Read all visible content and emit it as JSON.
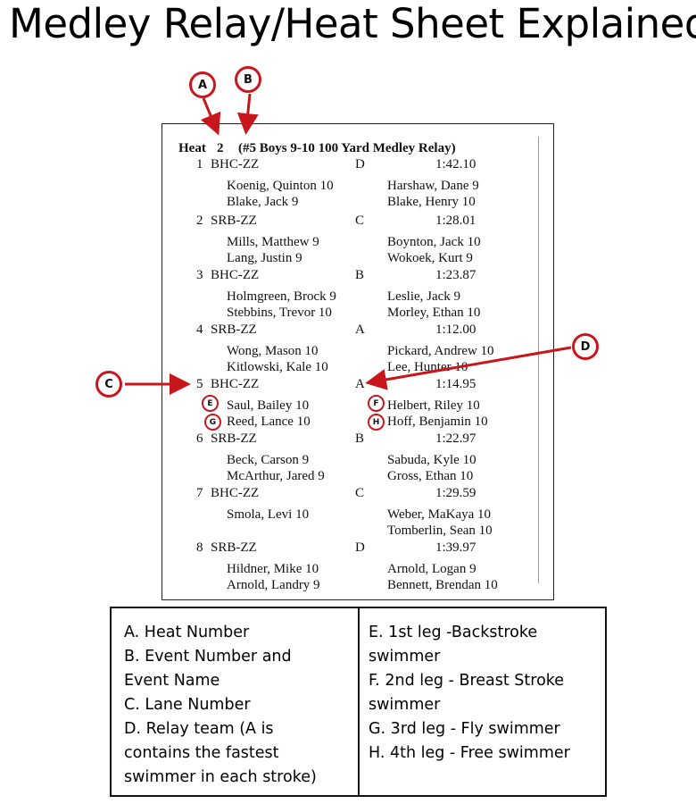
{
  "title": "Medley Relay/Heat Sheet Explained",
  "sheet": {
    "heat_label": "Heat",
    "heat_number": "2",
    "event": "(#5 Boys 9-10 100 Yard Medley Relay)",
    "lanes": [
      {
        "lane": "1",
        "team": "BHC-ZZ",
        "relay": "D",
        "time": "1:42.10",
        "swimmers": [
          "Koenig, Quinton 10",
          "Harshaw, Dane 9",
          "Blake, Jack 9",
          "Blake, Henry 10"
        ]
      },
      {
        "lane": "2",
        "team": "SRB-ZZ",
        "relay": "C",
        "time": "1:28.01",
        "swimmers": [
          "Mills, Matthew 9",
          "Boynton, Jack 10",
          "Lang, Justin 9",
          "Wokoek, Kurt 9"
        ]
      },
      {
        "lane": "3",
        "team": "BHC-ZZ",
        "relay": "B",
        "time": "1:23.87",
        "swimmers": [
          "Holmgreen, Brock 9",
          "Leslie, Jack 9",
          "Stebbins, Trevor 10",
          "Morley, Ethan 10"
        ]
      },
      {
        "lane": "4",
        "team": "SRB-ZZ",
        "relay": "A",
        "time": "1:12.00",
        "swimmers": [
          "Wong, Mason 10",
          "Pickard, Andrew 10",
          "Kitlowski, Kale 10",
          "Lee, Hunter 10"
        ]
      },
      {
        "lane": "5",
        "team": "BHC-ZZ",
        "relay": "A",
        "time": "1:14.95",
        "swimmers": [
          "Saul, Bailey 10",
          "Helbert, Riley 10",
          "Reed, Lance 10",
          "Hoff, Benjamin 10"
        ]
      },
      {
        "lane": "6",
        "team": "SRB-ZZ",
        "relay": "B",
        "time": "1:22.97",
        "swimmers": [
          "Beck, Carson 9",
          "Sabuda, Kyle 10",
          "McArthur, Jared 9",
          "Gross, Ethan 10"
        ]
      },
      {
        "lane": "7",
        "team": "BHC-ZZ",
        "relay": "C",
        "time": "1:29.59",
        "swimmers": [
          "Smola, Levi 10",
          "Weber, MaKaya 10",
          "",
          "Tomberlin, Sean 10"
        ]
      },
      {
        "lane": "8",
        "team": "SRB-ZZ",
        "relay": "D",
        "time": "1:39.97",
        "swimmers": [
          "Hildner, Mike 10",
          "Arnold, Logan 9",
          "Arnold, Landry 9",
          "Bennett, Brendan 10"
        ]
      }
    ]
  },
  "markers": {
    "A": "A",
    "B": "B",
    "C": "C",
    "D": "D",
    "E": "E",
    "F": "F",
    "G": "G",
    "H": "H"
  },
  "legend": {
    "left": [
      "A. Heat Number",
      "B. Event Number and",
      "Event Name",
      "C. Lane Number",
      "D. Relay team (A is",
      "contains the fastest",
      "swimmer in each stroke)"
    ],
    "right": [
      "E. 1st leg -Backstroke",
      "swimmer",
      "F. 2nd leg - Breast Stroke",
      "swimmer",
      "G. 3rd leg - Fly swimmer",
      "H. 4th leg - Free swimmer"
    ]
  },
  "colors": {
    "marker": "#c8161d"
  }
}
